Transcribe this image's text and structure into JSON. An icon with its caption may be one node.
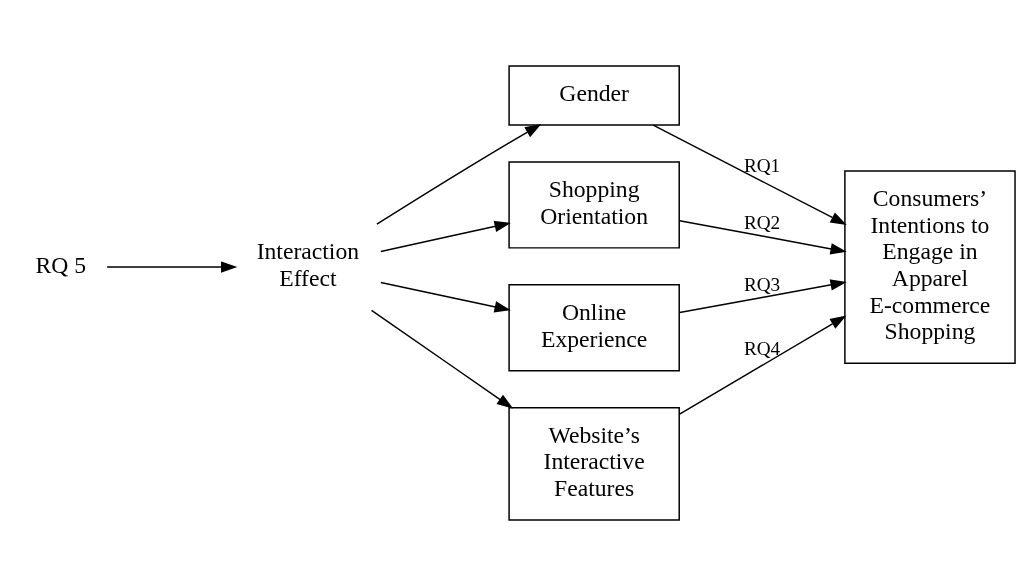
{
  "diagram": {
    "nodes": [
      {
        "text": [
          "RQ 5"
        ]
      },
      {
        "text": [
          "Interaction Effect"
        ]
      },
      {
        "text": [
          "Gender"
        ]
      },
      {
        "text": [
          "Shopping Orientation"
        ]
      },
      {
        "text": [
          "Online Experience"
        ]
      },
      {
        "text": [
          "Website’s Interactive Features"
        ]
      },
      {
        "text": [
          "Consumers’ Intentions to Engage in Apparel E-commerce Shopping"
        ]
      }
    ],
    "edges": [
      {
        "from": 0,
        "to": 1,
        "arrow": "to"
      },
      {
        "from": 1,
        "to": 2,
        "arrow": "to"
      },
      {
        "from": 1,
        "to": 3,
        "arrow": "to"
      },
      {
        "from": 1,
        "to": 4,
        "arrow": "to"
      },
      {
        "from": 1,
        "to": 5,
        "arrow": "to"
      },
      {
        "from": 2,
        "to": 6,
        "arrow": "to",
        "label": "RQ1"
      },
      {
        "from": 3,
        "to": 6,
        "arrow": "to",
        "label": "RQ2"
      },
      {
        "from": 4,
        "to": 6,
        "arrow": "to",
        "label": "RQ3"
      },
      {
        "from": 5,
        "to": 6,
        "arrow": "to",
        "label": "RQ4"
      }
    ]
  }
}
